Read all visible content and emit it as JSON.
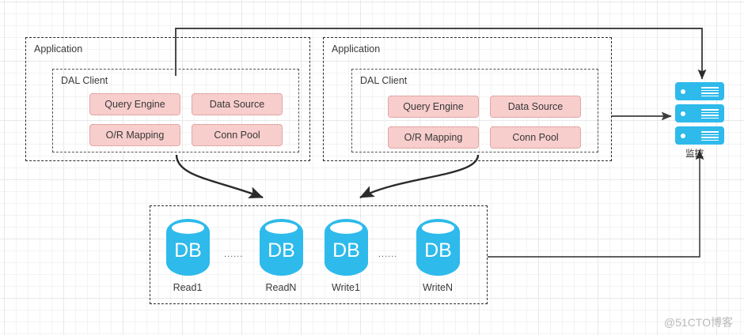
{
  "diagram": {
    "applications": [
      {
        "title": "Application",
        "dal": {
          "title": "DAL Client",
          "components": [
            "Query Engine",
            "Data Source",
            "O/R Mapping",
            "Conn Pool"
          ]
        }
      },
      {
        "title": "Application",
        "dal": {
          "title": "DAL Client",
          "components": [
            "Query Engine",
            "Data Source",
            "O/R Mapping",
            "Conn Pool"
          ]
        }
      }
    ],
    "database_cluster": {
      "nodes": [
        {
          "glyph": "DB",
          "label": "Read1"
        },
        {
          "glyph": "DB",
          "label": "ReadN"
        },
        {
          "glyph": "DB",
          "label": "Write1"
        },
        {
          "glyph": "DB",
          "label": "WriteN"
        }
      ],
      "ellipsis": "......"
    },
    "server_stack": {
      "name": "server-stack",
      "bar_count": 3,
      "connection_label": "监控"
    },
    "watermark": "@51CTO博客",
    "colors": {
      "chip_fill": "#f8cecc",
      "chip_border": "#c9817f",
      "db_blue": "#2ebaeb",
      "line": "#2b2b2b",
      "grid": "#e8e8e8"
    }
  }
}
